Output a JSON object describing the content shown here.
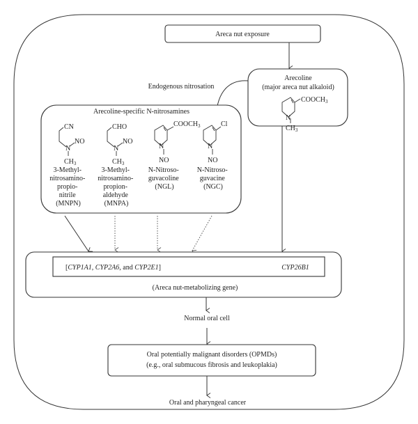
{
  "diagram": {
    "exposure": "Areca nut exposure",
    "arecoline": {
      "title": "Arecoline",
      "subtitle": "(major areca nut alkaloid)",
      "substituent": "COOCH",
      "substituent_sub": "3",
      "n_label": "N",
      "n_group": "CH",
      "n_group_sub": "3"
    },
    "edge_endogenous": "Endogenous nitrosation",
    "nitrosamines": {
      "title": "Arecoline-specific N-nitrosamines",
      "compounds": [
        {
          "side_group": "CN",
          "nitroso": "NO",
          "n_label": "N",
          "n_group": "CH",
          "n_group_sub": "3",
          "name_lines": [
            "3-Methyl-",
            "nitrosamino-",
            "propio-",
            "nitrile",
            "(MNPN)"
          ]
        },
        {
          "side_group": "CHO",
          "nitroso": "NO",
          "n_label": "N",
          "n_group": "CH",
          "n_group_sub": "3",
          "name_lines": [
            "3-Methyl-",
            "nitrosamino-",
            "propion-",
            "aldehyde",
            "(MNPA)"
          ]
        },
        {
          "substituent": "COOCH",
          "substituent_sub": "3",
          "n_label": "N",
          "nitroso": "NO",
          "name_lines": [
            "N-Nitroso-",
            "guvacoline",
            "(NGL)"
          ]
        },
        {
          "substituent": "Cl",
          "n_label": "N",
          "nitroso": "NO",
          "name_lines": [
            "N-Nitroso-",
            "guvacine",
            "(NGC)"
          ]
        }
      ]
    },
    "genes": {
      "bracket_open": "[",
      "gene1": "CYP1A1",
      "sep1": ", ",
      "gene2": "CYP2A6",
      "sep2": ", and ",
      "gene3": "CYP2E1",
      "bracket_close": "]",
      "gene4": "CYP26B1",
      "caption": "(Areca nut-metabolizing gene)"
    },
    "normal_cell": "Normal oral cell",
    "opmd": {
      "line1": "Oral potentially malignant disorders (OPMDs)",
      "line2": "(e.g., oral submucous fibrosis and leukoplakia)"
    },
    "cancer": "Oral and pharyngeal cancer"
  }
}
